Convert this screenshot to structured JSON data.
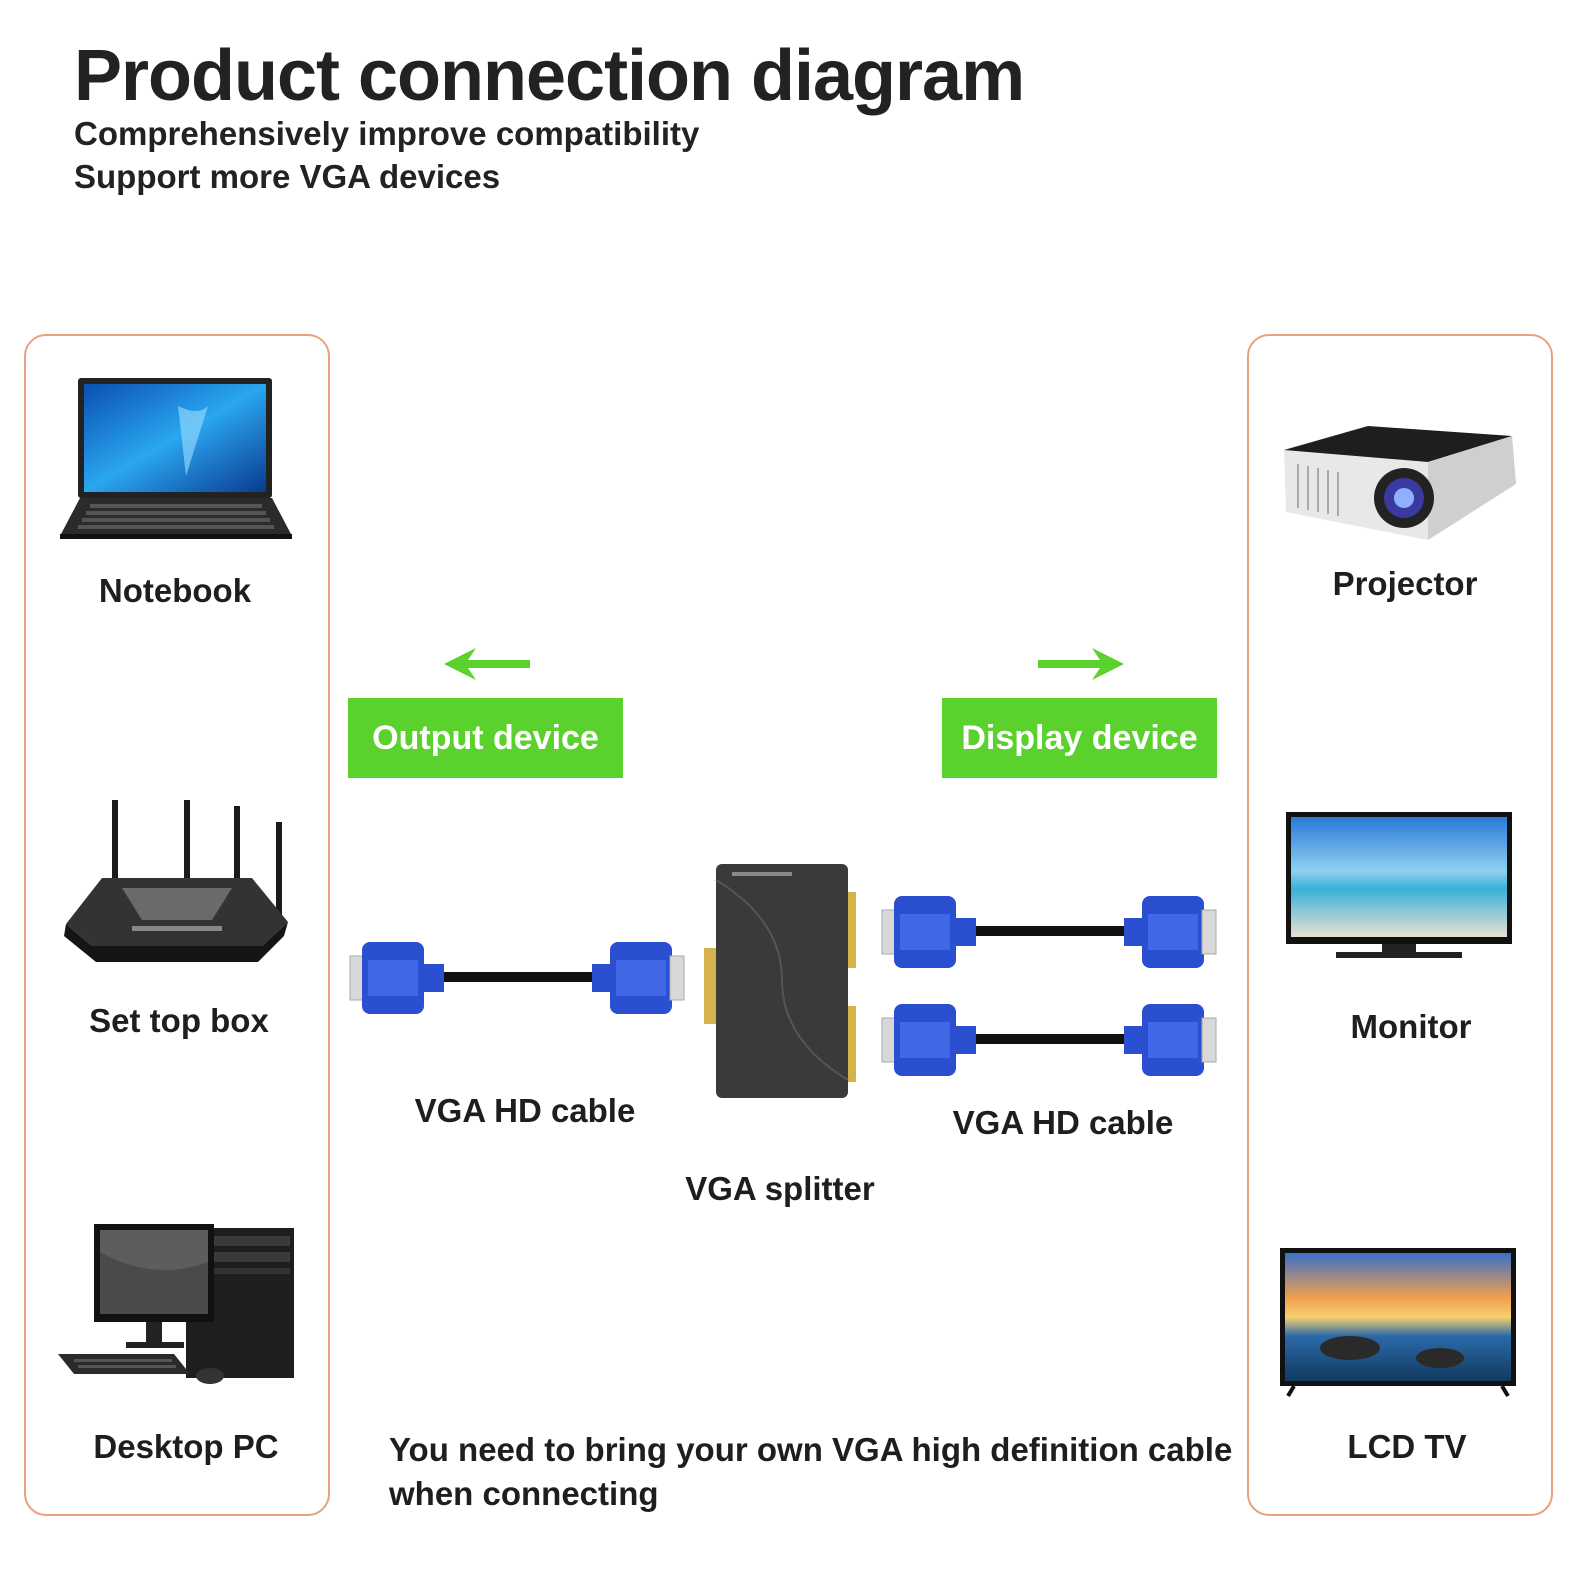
{
  "header": {
    "title": "Product connection diagram",
    "subtitle_line1": "Comprehensively improve compatibility",
    "subtitle_line2": "Support more VGA devices"
  },
  "left_panel": {
    "items": [
      {
        "label": "Notebook",
        "icon": "notebook-icon"
      },
      {
        "label": "Set top box",
        "icon": "router-icon"
      },
      {
        "label": "Desktop PC",
        "icon": "desktop-pc-icon"
      }
    ]
  },
  "right_panel": {
    "items": [
      {
        "label": "Projector",
        "icon": "projector-icon"
      },
      {
        "label": "Monitor",
        "icon": "monitor-icon"
      },
      {
        "label": "LCD TV",
        "icon": "lcd-tv-icon"
      }
    ]
  },
  "center": {
    "output_label": "Output device",
    "display_label": "Display device",
    "left_cable_label": "VGA HD cable",
    "right_cable_label": "VGA HD cable",
    "splitter_label": "VGA splitter"
  },
  "footer": {
    "note_line1": "You need to bring your own VGA high definition cable",
    "note_line2": "when connecting"
  },
  "colors": {
    "accent_green": "#5ad12c",
    "panel_border": "#e8a080",
    "connector_blue": "#2a4fd0"
  }
}
